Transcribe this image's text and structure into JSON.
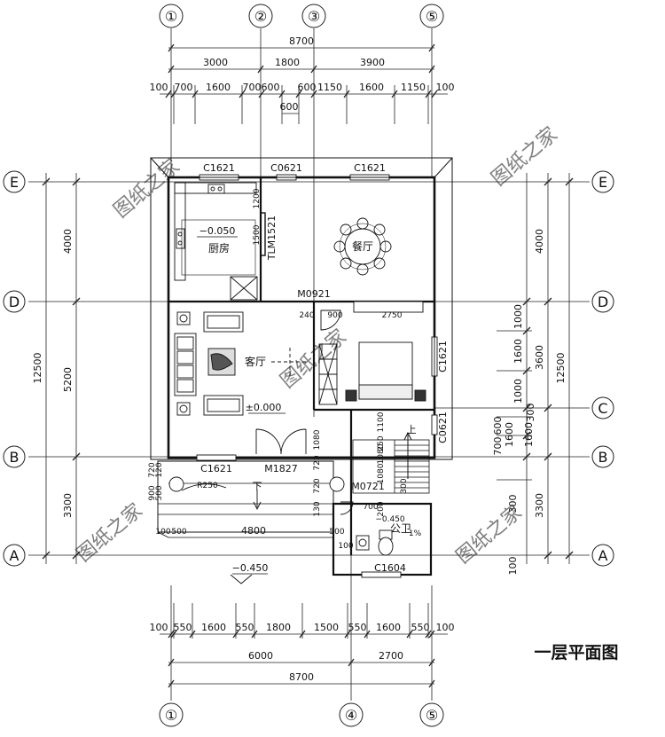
{
  "title": "一层平面图",
  "watermark": "图纸之家",
  "axes": {
    "top": [
      "①",
      "②",
      "③",
      "⑤"
    ],
    "bottom": [
      "①",
      "④",
      "⑤"
    ],
    "left": [
      "E",
      "D",
      "B",
      "A"
    ],
    "right": [
      "E",
      "D",
      "C",
      "B",
      "A"
    ]
  },
  "dimensions": {
    "top_total": "8700",
    "top_mid": [
      "3000",
      "1800",
      "3900"
    ],
    "top_detail": [
      "100",
      "700",
      "1600",
      "700",
      "600",
      "600",
      "1150",
      "1600",
      "1150",
      "100"
    ],
    "top_sub": "600",
    "bottom_detail": [
      "100",
      "550",
      "1600",
      "550",
      "1800",
      "1500",
      "550",
      "1600",
      "550",
      "100"
    ],
    "bottom_mid": [
      "6000",
      "2700"
    ],
    "bottom_total": "8700",
    "left_outer": "12500",
    "left_inner": [
      "4000",
      "5200",
      "3300"
    ],
    "right_outer": "12500",
    "right_mid": [
      "4000",
      "3600",
      "3300"
    ],
    "right_inner": [
      "1000",
      "1600",
      "1000",
      "300",
      "600",
      "700",
      "300",
      "100"
    ],
    "right_extra": [
      "1600",
      "1600"
    ]
  },
  "rooms": {
    "kitchen": "厨房",
    "dining": "餐厅",
    "living": "客厅",
    "toilet": "公卫"
  },
  "doors_windows": {
    "c1621_top_left": "C1621",
    "c0621_top": "C0621",
    "c1621_top_right": "C1621",
    "tlm1521": "TLM1521",
    "m0921": "M0921",
    "c1621_right": "C1621",
    "c0621_right": "C0621",
    "c1621_front": "C1621",
    "m1827": "M1827",
    "m0721": "M0721",
    "c1604": "C1604"
  },
  "levels": {
    "kitchen": "−0.050",
    "living": "±0.000",
    "toilet": "−0.450",
    "outside": "−0.450"
  },
  "labels": {
    "up": "上",
    "down": "下",
    "r250": "R250",
    "porch_len": "4800",
    "porch_500a": "500",
    "porch_500b": "500",
    "porch_100": "100",
    "porch_900": "900",
    "porch_720a": "720",
    "porch_720b": "720",
    "porch_130": "130",
    "porch_1080": "1080",
    "porch_500c": "500",
    "porch_100b": "100",
    "kit_1200": "1200",
    "kit_1500": "1500",
    "m0921_240": "240",
    "m0921_900": "900",
    "bed_2750": "2750",
    "stair_250": "250",
    "stair_1080": "1080",
    "stair_1100": "1100",
    "stair_300": "300",
    "toilet_700": "700",
    "toilet_200": "200",
    "toilet_1pct": "1%",
    "porch_720c": "720",
    "porch_1080b": "1080",
    "porch_120": "120"
  }
}
